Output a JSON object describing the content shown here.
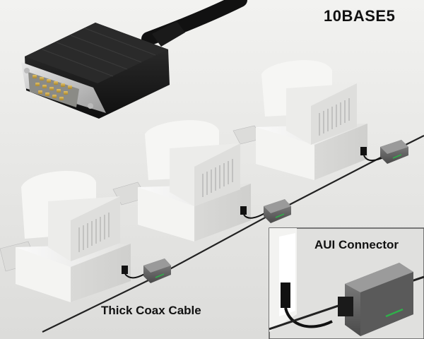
{
  "title": "10BASE5",
  "labels": {
    "thick_coax_cable": "Thick Coax Cable",
    "aui_connector": "AUI Connector"
  },
  "colors": {
    "background": "#e6e6e4",
    "computer": "#eeeeec",
    "connector_body": "#1b1b1b",
    "pins": "#c7a44a",
    "transceiver": "#5f5f5f",
    "transceiver_led": "#2fb04a",
    "cable": "#222222"
  },
  "icons": [
    "db15-connector-icon",
    "crt-computer-icon",
    "keyboard-icon",
    "transceiver-icon",
    "coax-cable-icon"
  ]
}
